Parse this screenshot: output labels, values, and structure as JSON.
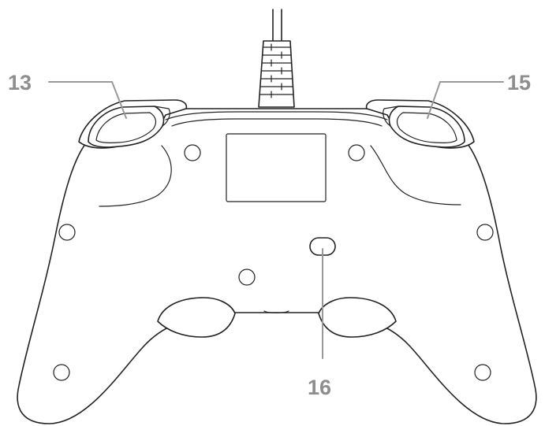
{
  "callouts": {
    "left_trigger": {
      "number": "13"
    },
    "right_trigger": {
      "number": "15"
    },
    "rear_button": {
      "number": "16"
    }
  },
  "colors": {
    "outline": "#222222",
    "leader_line": "#999999",
    "label_text": "#8e8e8e",
    "background": "#ffffff"
  }
}
